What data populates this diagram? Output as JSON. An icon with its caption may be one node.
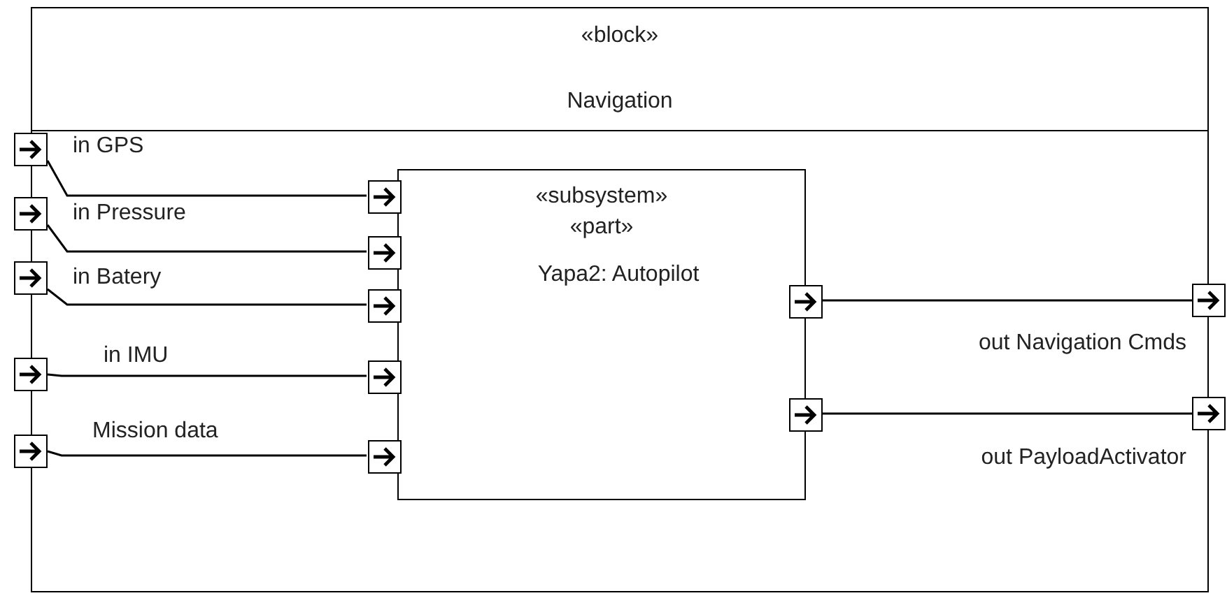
{
  "diagram": {
    "nodes": [
      {
        "text": [
          "«block»",
          "Navigation"
        ]
      },
      {
        "text": [
          "«subsystem»",
          "«part»",
          "Yapa2: Autopilot"
        ],
        "in": 0
      },
      {
        "text": [],
        "shape": "box",
        "beside": [
          "in GPS"
        ]
      },
      {
        "text": [],
        "shape": "box",
        "beside": [
          "in Pressure"
        ]
      },
      {
        "text": [],
        "shape": "box",
        "beside": [
          "in Batery"
        ]
      },
      {
        "text": [],
        "shape": "box",
        "beside": [
          "in IMU"
        ]
      },
      {
        "text": [],
        "shape": "box",
        "beside": [
          "Mission data"
        ]
      },
      {
        "text": [],
        "shape": "box",
        "in": 0
      },
      {
        "text": [],
        "shape": "box",
        "in": 0
      },
      {
        "text": [],
        "shape": "box",
        "in": 0
      },
      {
        "text": [],
        "shape": "box",
        "in": 0
      },
      {
        "text": [],
        "shape": "box",
        "in": 0
      },
      {
        "text": [],
        "shape": "box",
        "in": 0
      },
      {
        "text": [],
        "shape": "box",
        "in": 0
      },
      {
        "text": [],
        "shape": "box",
        "beside": [
          "out Navigation Cmds"
        ]
      },
      {
        "text": [],
        "shape": "box",
        "beside": [
          "out PayloadActivator"
        ]
      }
    ],
    "edges": [
      {
        "from": 2,
        "to": 7,
        "arrow": "none"
      },
      {
        "from": 3,
        "to": 8,
        "arrow": "none"
      },
      {
        "from": 4,
        "to": 9,
        "arrow": "none"
      },
      {
        "from": 5,
        "to": 10,
        "arrow": "none"
      },
      {
        "from": 6,
        "to": 11,
        "arrow": "none"
      },
      {
        "from": 12,
        "to": 14,
        "arrow": "none"
      },
      {
        "from": 13,
        "to": 15,
        "arrow": "none"
      }
    ]
  }
}
